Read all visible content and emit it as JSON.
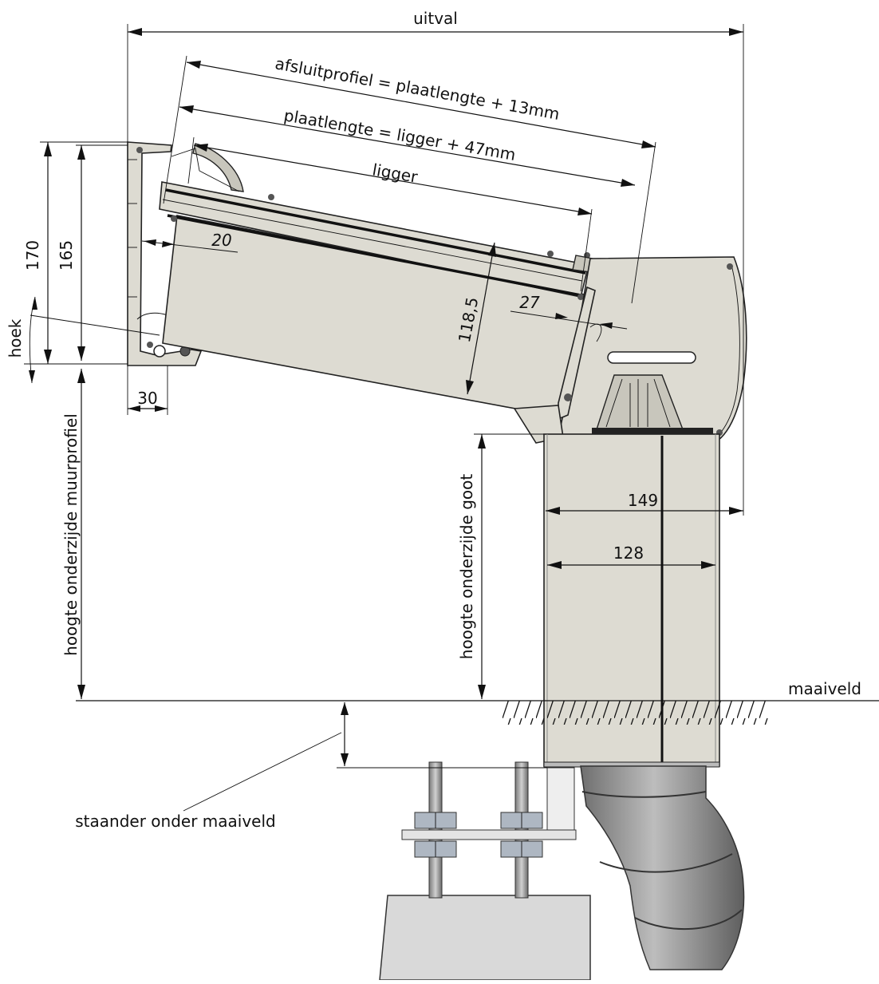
{
  "labels": {
    "uitval": "uitval",
    "afsluitprofiel": "afsluitprofiel = plaatlengte + 13mm",
    "plaatlengte": "plaatlengte = ligger + 47mm",
    "ligger": "ligger",
    "d170": "170",
    "d165": "165",
    "d20": "20",
    "d27": "27",
    "d118": "118,5",
    "hoek": "hoek",
    "d30": "30",
    "d149": "149",
    "d128": "128",
    "muurprofiel": "hoogte onderzijde muurprofiel",
    "goot": "hoogte onderzijde goot",
    "maaiveld": "maaiveld",
    "staander": "staander onder maaiveld"
  },
  "colors": {
    "profile": "#dddbd2",
    "profile_dark": "#c8c6bc",
    "pipe": "#8a8a8a",
    "concrete": "#d9d9d9",
    "line": "#111111"
  }
}
